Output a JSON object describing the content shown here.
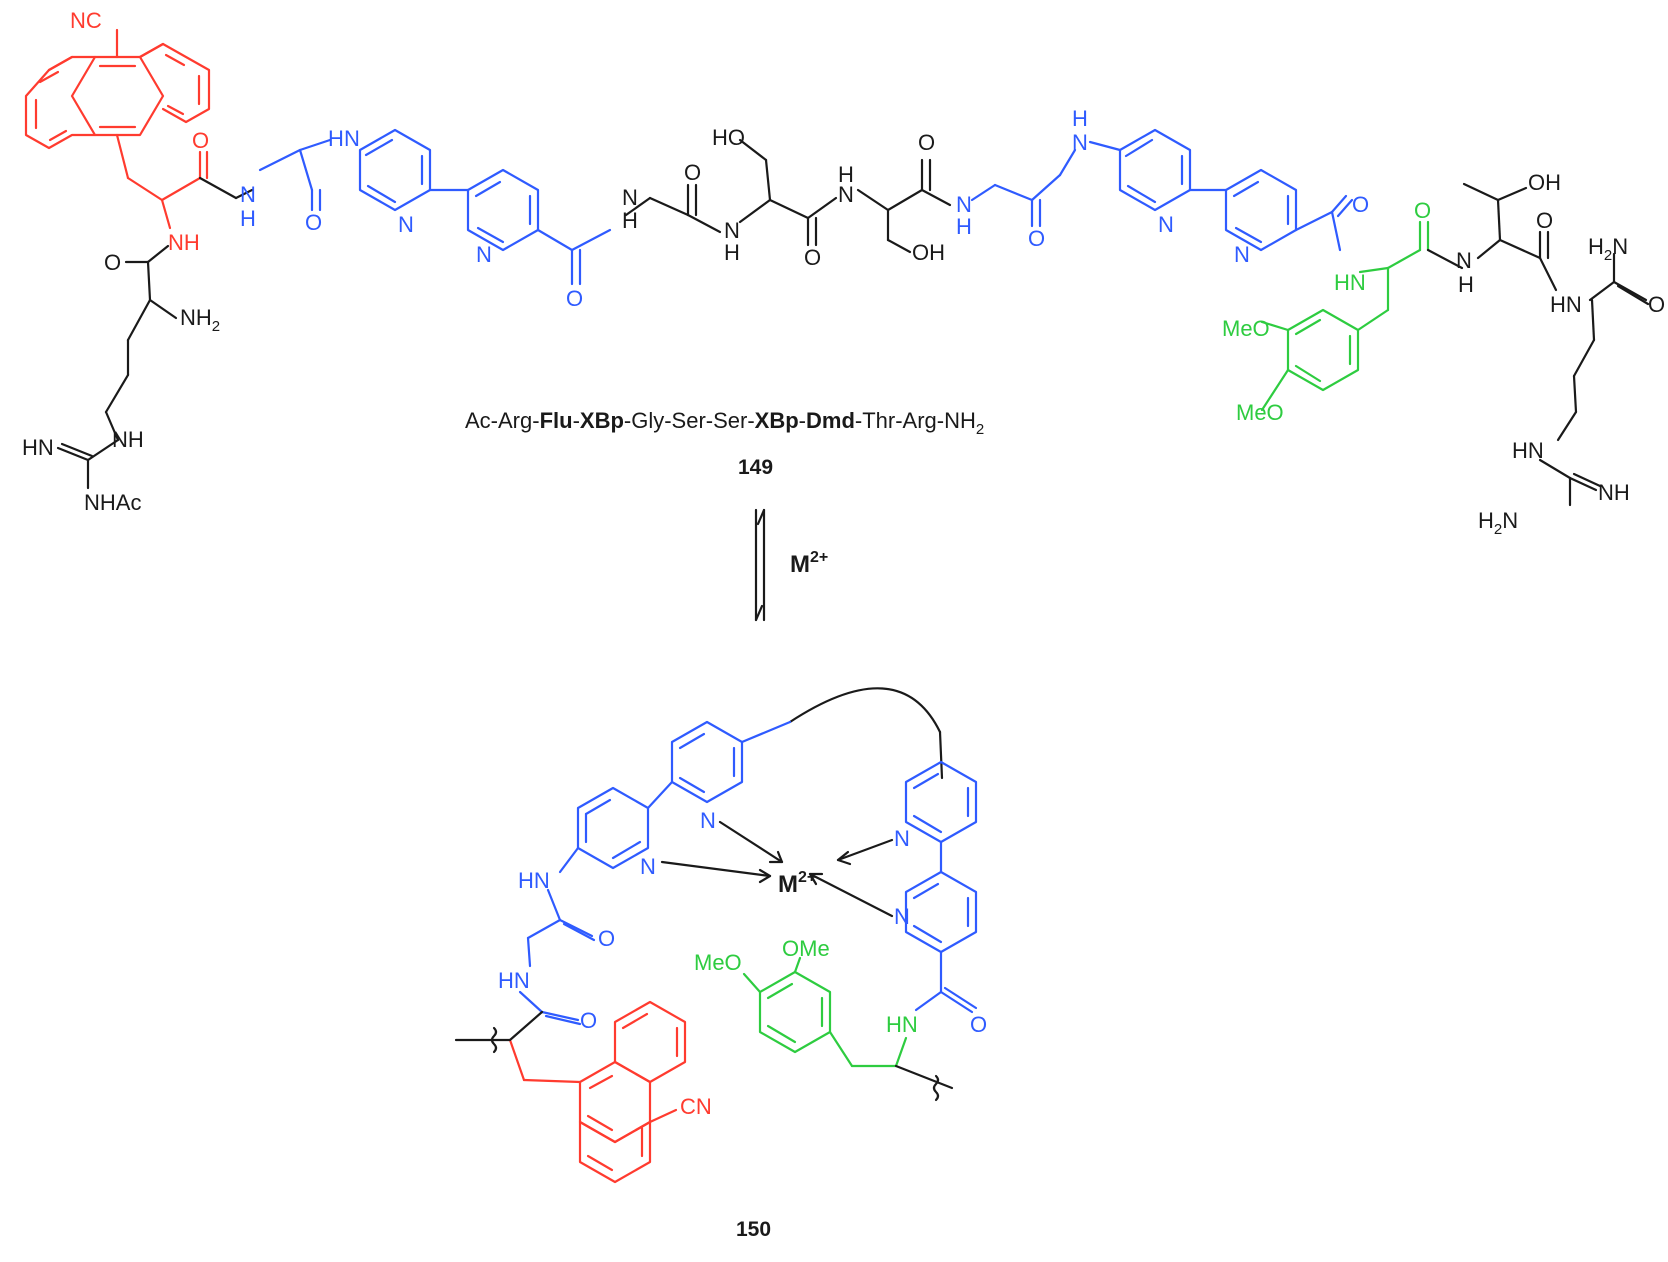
{
  "colors": {
    "black": "#1a1a1a",
    "fluorophore": "#ff3b2f",
    "bipyridine": "#2f5bff",
    "dimethoxyphenyl": "#2ecc40"
  },
  "top": {
    "sequence": {
      "p1": "Ac-Arg-",
      "p2": "Flu",
      "p3": "-",
      "p4": "XBp",
      "p5": "-Gly-Ser-Ser-",
      "p6": "XBp",
      "p7": "-",
      "p8": "Dmd",
      "p9": "-Thr-Arg-NH",
      "p10": "2"
    },
    "compound_number": "149",
    "labels": {
      "nc": "NC",
      "nh_red": "NH",
      "o_red": "O",
      "o_arg": "O",
      "nh2_a": "NH",
      "nh2_a_sub": "2",
      "nh_guan": "NH",
      "hn_guan": "HN",
      "nhac": "NHAc",
      "nh_blue1": "N",
      "h_blue1": "H",
      "o_blue1": "O",
      "nh_bp1": "H",
      "n_bp1": "N",
      "n_bp1b": "N",
      "n_bp1c": "N",
      "o_bp1": "O",
      "nh_gly": "N",
      "h_gly": "H",
      "o_gly": "O",
      "nh_ser1": "N",
      "h_ser1": "H",
      "oh_ser1": "HO",
      "o_ser1": "O",
      "nh_ser2": "N",
      "h_ser2": "H",
      "o_ser2": "O",
      "oh_ser2": "OH",
      "nh_blue2": "N",
      "h_blue2": "H",
      "o_blue2": "O",
      "nh_bp2": "N",
      "h_bp2": "H",
      "n_bp2a": "N",
      "n_bp2b": "N",
      "o_bp2": "O",
      "hn_grn": "HN",
      "o_grn": "O",
      "meo1": "MeO",
      "meo2": "MeO",
      "nh_thr": "N",
      "h_thr": "H",
      "oh_thr": "OH",
      "o_thr": "O",
      "hn_arg2": "HN",
      "h2n_amide": "H",
      "h2n_amide_sub": "2",
      "h2n_amide_n": "N",
      "o_amide": "O",
      "hn_guan2": "HN",
      "nh_guan2": "NH",
      "h2n_guan2": "H",
      "h2n_guan2_sub": "2",
      "h2n_guan2_n": "N"
    }
  },
  "equilibrium": {
    "label": "M",
    "label_sup": "2+"
  },
  "bottom": {
    "compound_number": "150",
    "metal": "M",
    "metal_sup": "2+",
    "labels": {
      "n1": "N",
      "n2": "N",
      "n3": "N",
      "n4": "N",
      "hn1": "HN",
      "o1": "O",
      "hn2": "HN",
      "o2": "O",
      "meo": "MeO",
      "ome": "OMe",
      "hn3": "HN",
      "o3": "O",
      "cn": "CN"
    }
  }
}
